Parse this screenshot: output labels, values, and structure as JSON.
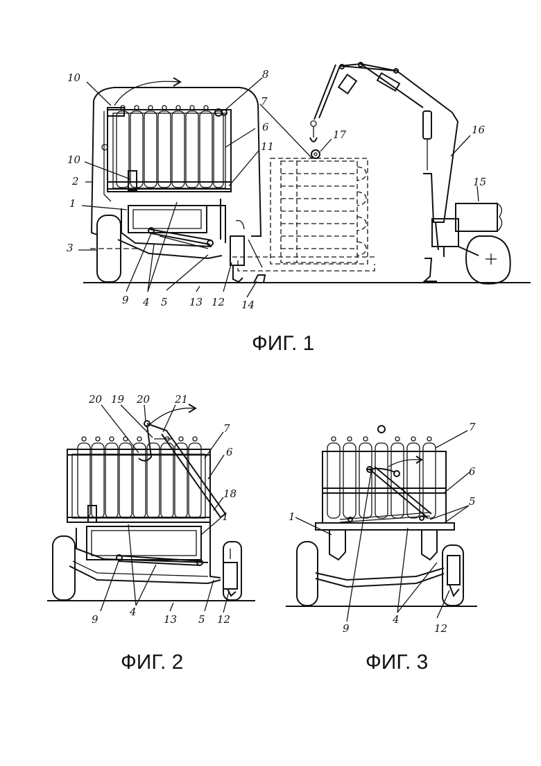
{
  "figures": [
    {
      "caption": "ФИГ. 1",
      "labels": [
        "10",
        "8",
        "7",
        "6",
        "11",
        "10",
        "2",
        "1",
        "3",
        "9",
        "4",
        "5",
        "13",
        "12",
        "14",
        "17",
        "16",
        "15"
      ]
    },
    {
      "caption": "ФИГ. 2",
      "labels": [
        "20",
        "19",
        "20",
        "21",
        "7",
        "6",
        "18",
        "1",
        "9",
        "4",
        "13",
        "5",
        "12"
      ]
    },
    {
      "caption": "ФИГ. 3",
      "labels": [
        "7",
        "6",
        "5",
        "1",
        "9",
        "4",
        "12"
      ]
    }
  ]
}
